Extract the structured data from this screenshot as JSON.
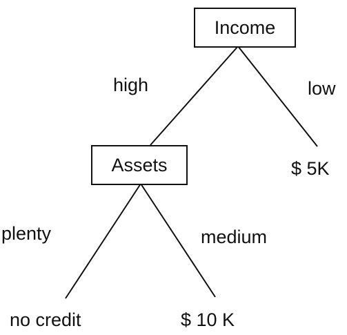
{
  "tree": {
    "root": {
      "label": "Income"
    },
    "child_node": {
      "label": "Assets"
    },
    "edges": {
      "high": "high",
      "low": "low",
      "plenty": "plenty",
      "medium": "medium"
    },
    "leaves": {
      "low_leaf": "$ 5K",
      "plenty_leaf": "no credit",
      "medium_leaf": "$ 10 K"
    }
  }
}
